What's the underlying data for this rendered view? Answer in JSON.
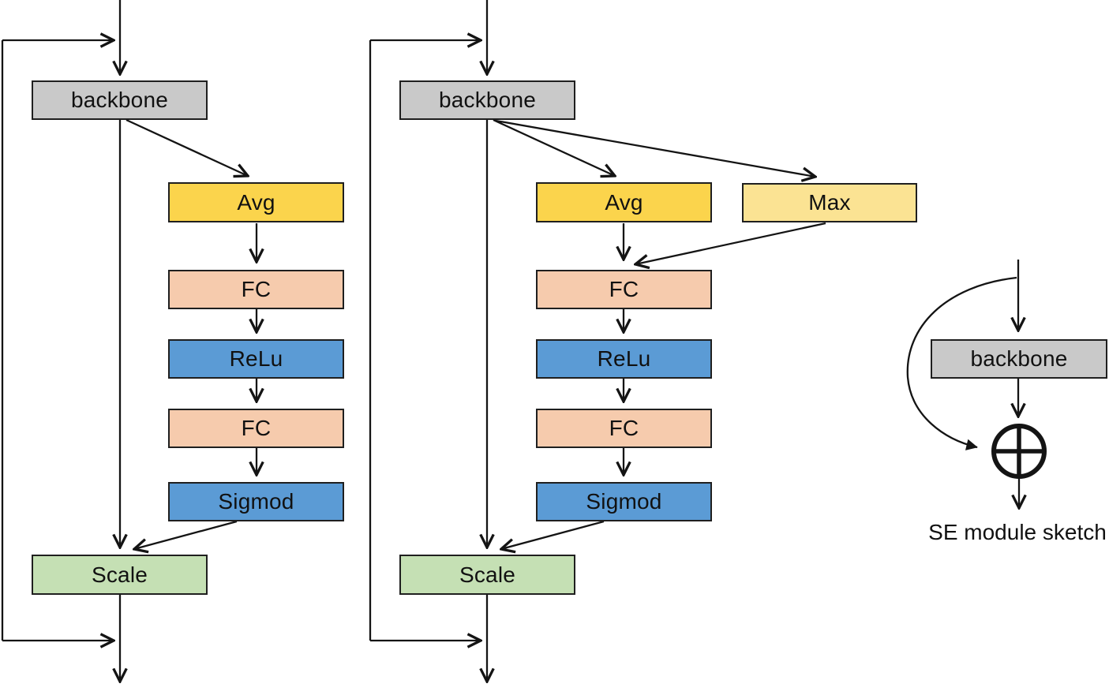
{
  "diagrams": {
    "left": {
      "nodes": {
        "backbone": "backbone",
        "avg": "Avg",
        "fc1": "FC",
        "relu": "ReLu",
        "fc2": "FC",
        "sigmod": "Sigmod",
        "scale": "Scale"
      }
    },
    "middle": {
      "nodes": {
        "backbone": "backbone",
        "avg": "Avg",
        "max": "Max",
        "fc1": "FC",
        "relu": "ReLu",
        "fc2": "FC",
        "sigmod": "Sigmod",
        "scale": "Scale"
      }
    },
    "right": {
      "backbone": "backbone",
      "caption": "SE module sketch"
    }
  },
  "colors": {
    "backbone_gray": "#C9C9C9",
    "avg_gold": "#FBD44C",
    "max_light_gold": "#FBE393",
    "fc_peach": "#F6CBAD",
    "activation_blue": "#5B9BD5",
    "scale_green": "#C5E0B4",
    "line_black": "#141414",
    "border_black": "#1f1f1f"
  }
}
